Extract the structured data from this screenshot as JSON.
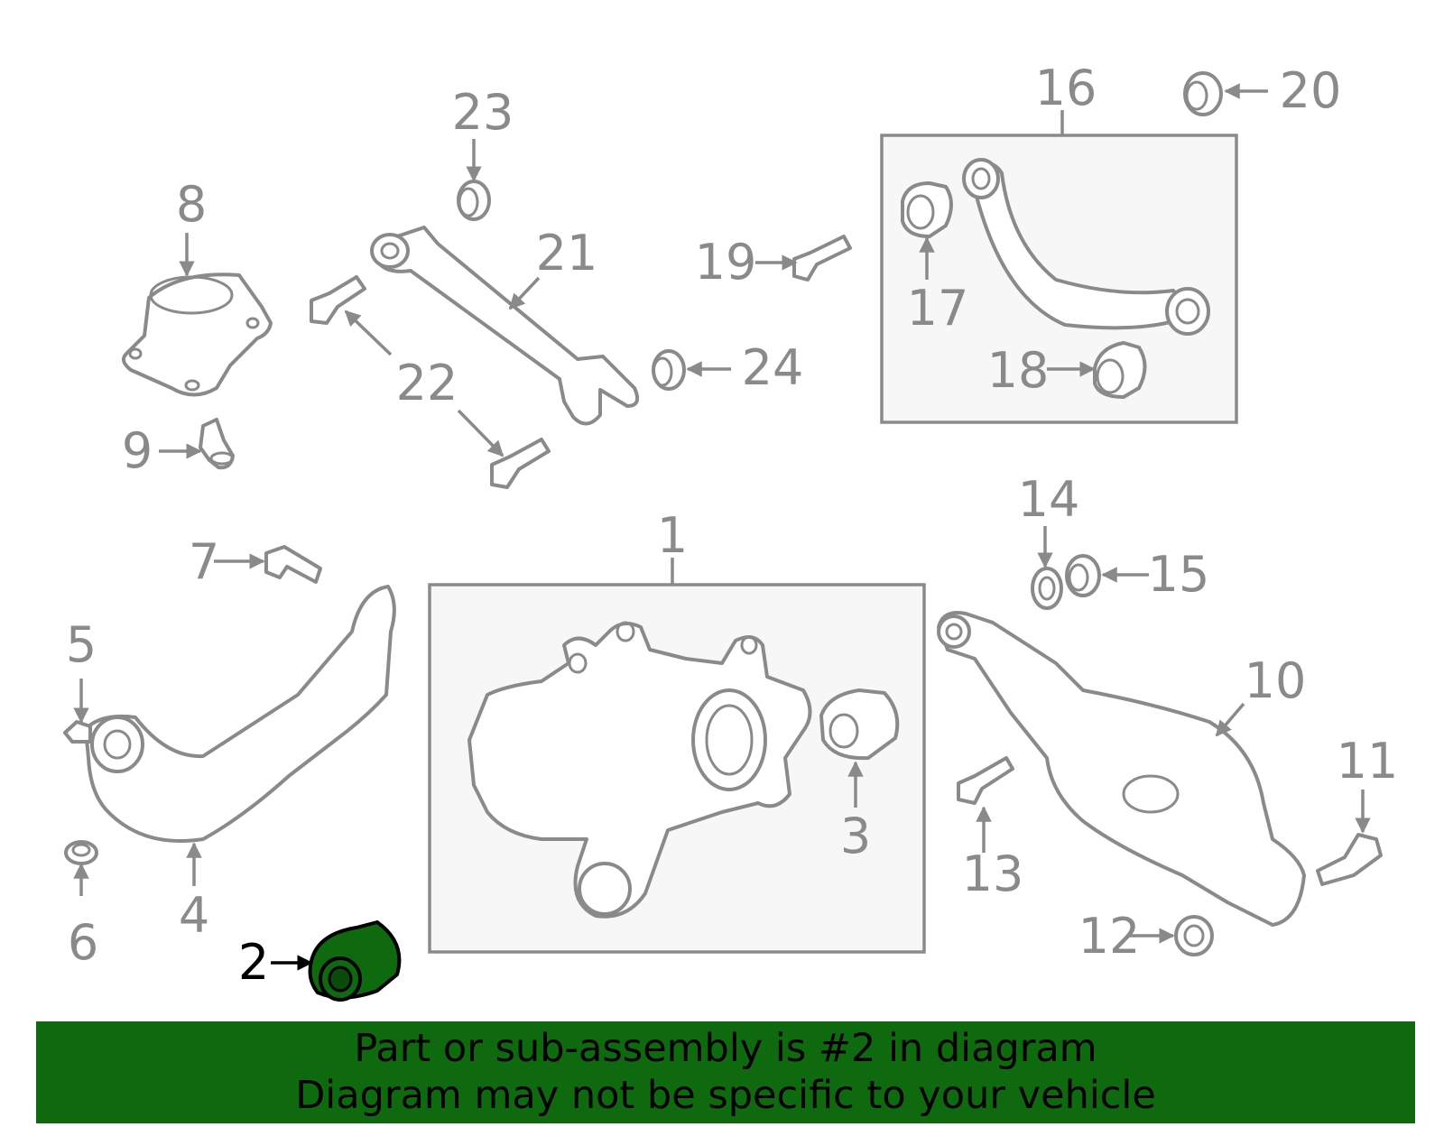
{
  "diagram": {
    "part_labels": [
      "1",
      "2",
      "3",
      "4",
      "5",
      "6",
      "7",
      "8",
      "9",
      "10",
      "11",
      "12",
      "13",
      "14",
      "15",
      "16",
      "17",
      "18",
      "19",
      "20",
      "21",
      "22",
      "23",
      "24"
    ],
    "highlighted_part": "2",
    "highlight_color": "#0f6a0f",
    "line_color": "#8a8a8a"
  },
  "banner": {
    "line1": "Part or sub-assembly is #2 in diagram",
    "line2": "Diagram may not be specific to your vehicle",
    "background": "#0f6a0f"
  }
}
